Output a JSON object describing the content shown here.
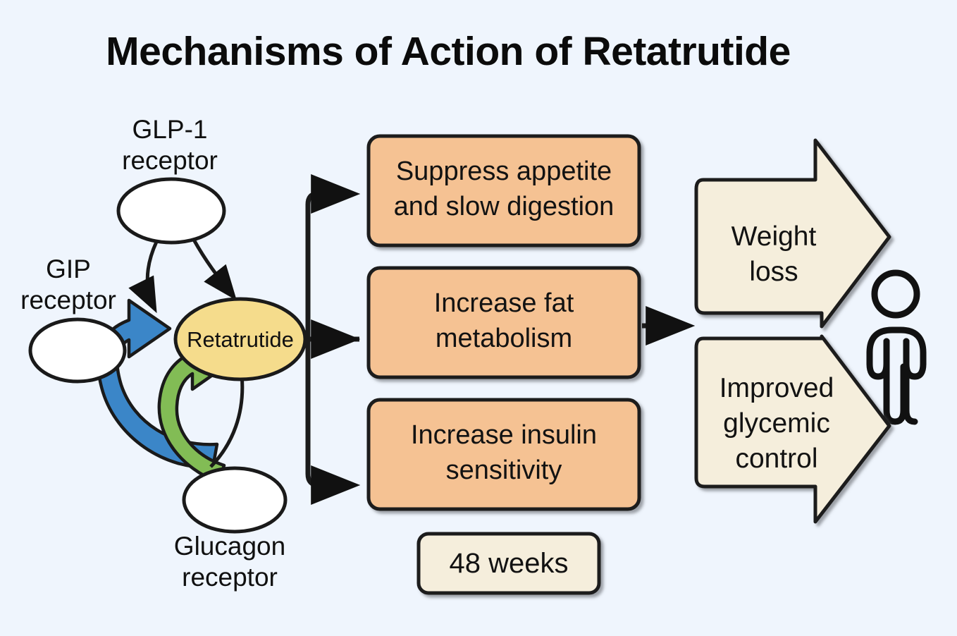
{
  "title": "Mechanisms of Action of Retatrutide",
  "colors": {
    "background": "#eff5fd",
    "orange_box": "#f5c293",
    "cream_arrow": "#f5eedc",
    "yellow_ellipse": "#f5dc8c",
    "blue_arrow": "#3b86c8",
    "green_arrow": "#82bc55",
    "stroke": "#1a1a1a",
    "text": "#111111"
  },
  "receptors": [
    {
      "id": "glp1",
      "line1": "GLP-1",
      "line2": "receptor"
    },
    {
      "id": "gip",
      "line1": "GIP",
      "line2": "receptor"
    },
    {
      "id": "glucagon",
      "line1": "Glucagon",
      "line2": "receptor"
    }
  ],
  "drug": {
    "name": "Retatrutide"
  },
  "effects": [
    {
      "id": "appetite",
      "line1": "Suppress appetite",
      "line2": "and slow digestion"
    },
    {
      "id": "fat",
      "line1": "Increase fat",
      "line2": "metabolism"
    },
    {
      "id": "insulin",
      "line1": "Increase insulin",
      "line2": "sensitivity"
    }
  ],
  "duration": {
    "label": "48 weeks"
  },
  "outcomes": [
    {
      "id": "weight-loss",
      "line1": "Weight",
      "line2": "loss",
      "line3": ""
    },
    {
      "id": "glycemic",
      "line1": "Improved",
      "line2": "glycemic",
      "line3": "control"
    }
  ],
  "person_icon": "person-figure-icon"
}
